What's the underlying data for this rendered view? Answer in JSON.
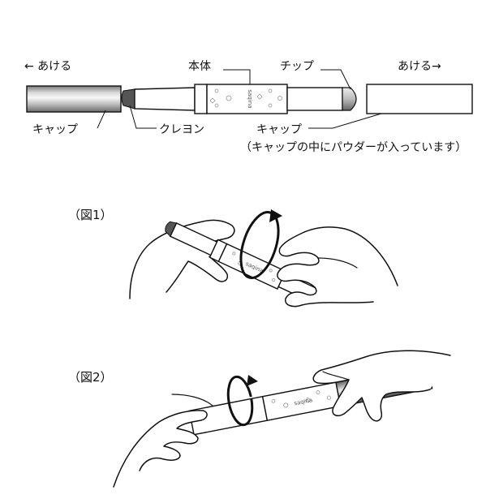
{
  "labels": {
    "open_left": "← あける",
    "open_right": "あける→",
    "body": "本体",
    "tip": "チップ",
    "cap_left": "キャップ",
    "crayon": "クレヨン",
    "cap_right": "キャップ",
    "cap_right_note": "（キャップの中にパウダーが入っています）"
  },
  "figures": {
    "fig1": "（図1）",
    "fig2": "（図2）"
  },
  "brand": {
    "name": "saqina"
  },
  "icons": {
    "rotate_arrow": "rotate-arrow-icon"
  },
  "colors": {
    "line": "#111111",
    "metal_dark": "#6e6e6e",
    "metal_light": "#f2f2f2",
    "crayon": "#555555"
  }
}
